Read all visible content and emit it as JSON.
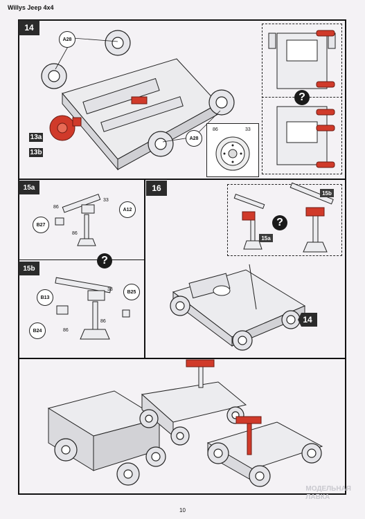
{
  "header": {
    "title": "Willys Jeep 4x4"
  },
  "steps": {
    "s14": "14",
    "s15a": "15a",
    "s15b": "15b",
    "s16": "16",
    "s14_ref": "14",
    "s15a_ref": "15a",
    "s15b_ref": "15b"
  },
  "labels": {
    "l13a": "13a",
    "l13b": "13b"
  },
  "parts": {
    "a28": "A28",
    "a12": "A12",
    "b27": "B27",
    "b13": "B13",
    "b25": "B25",
    "b24": "B24"
  },
  "numbers": {
    "n86": "86",
    "n33": "33"
  },
  "question_mark": "?",
  "footer": {
    "page_number": "10"
  },
  "watermark": {
    "line1": "МОДЕЛЬНАЯ",
    "line2": "ЛАВКА"
  },
  "colors": {
    "highlight_part": "#d03a2a",
    "tab_bg": "#2b2b2b",
    "line": "#111111"
  }
}
